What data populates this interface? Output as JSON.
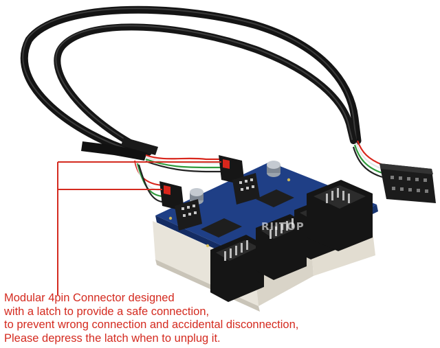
{
  "photo": {
    "watermark": "RIITOP",
    "colors": {
      "background": "#ffffff",
      "cable": "#141414",
      "pcb": "#1f3f86",
      "header": "#151515",
      "pad": "#e8e4da",
      "callout": "#d42a1f",
      "wire_red": "#d8261c",
      "wire_green": "#2f9a3c",
      "wire_white": "#e6e6e6",
      "wire_black": "#222222"
    }
  },
  "caption": {
    "lines": [
      "Modular 4pin Connector designed",
      "with a latch to provide a safe connection,",
      "to prevent wrong connection and accidental disconnection,",
      "Please depress the latch when to unplug it."
    ]
  }
}
